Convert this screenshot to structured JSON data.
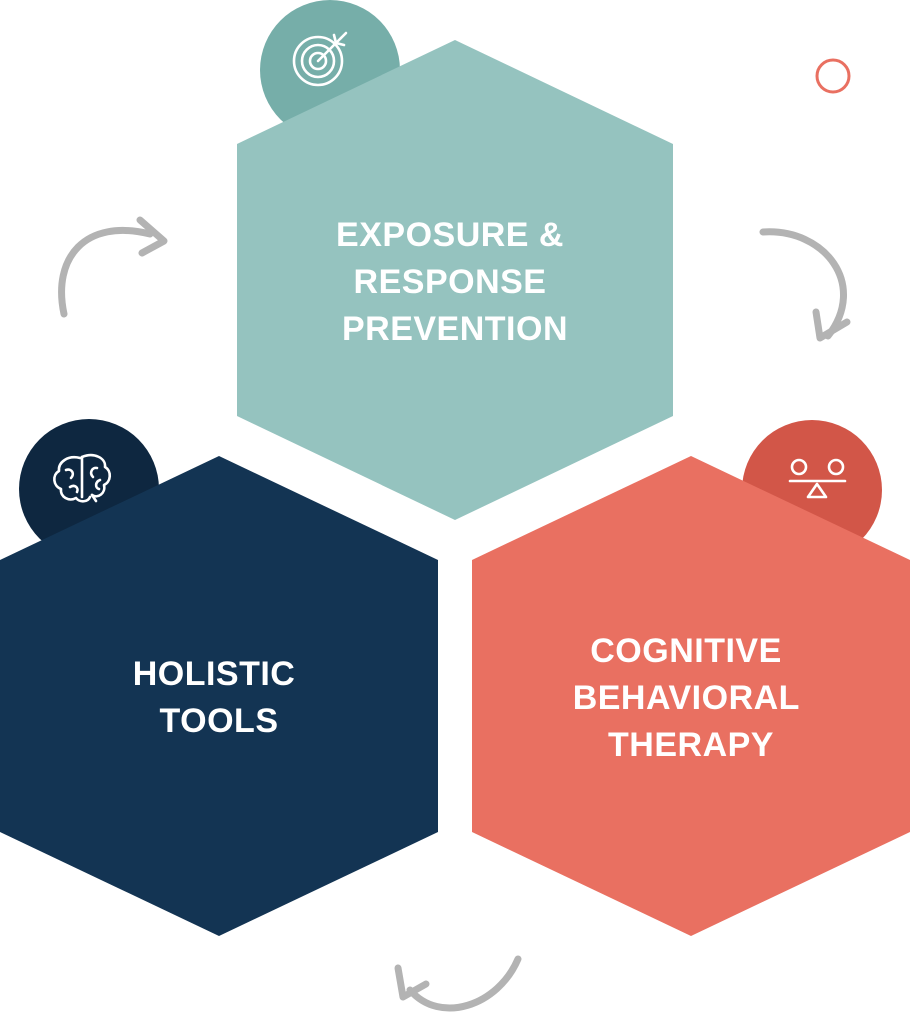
{
  "colors": {
    "exposure_hex": "#95c3bf",
    "exposure_circle": "#76aea9",
    "holistic_hex": "#133453",
    "holistic_circle": "#0e2740",
    "cbt_hex": "#e97061",
    "cbt_circle": "#d25648",
    "arrow": "#b3b3b3",
    "ring": "#e97061",
    "label_text": "#ffffff"
  },
  "nodes": [
    {
      "id": "exposure",
      "label_lines": [
        "EXPOSURE &",
        "RESPONSE",
        "PREVENTION"
      ],
      "icon": "target-icon"
    },
    {
      "id": "holistic",
      "label_lines": [
        "HOLISTIC",
        "TOOLS"
      ],
      "icon": "brain-icon"
    },
    {
      "id": "cbt",
      "label_lines": [
        "COGNITIVE",
        "BEHAVIORAL",
        "THERAPY"
      ],
      "icon": "balance-scale-icon"
    }
  ]
}
